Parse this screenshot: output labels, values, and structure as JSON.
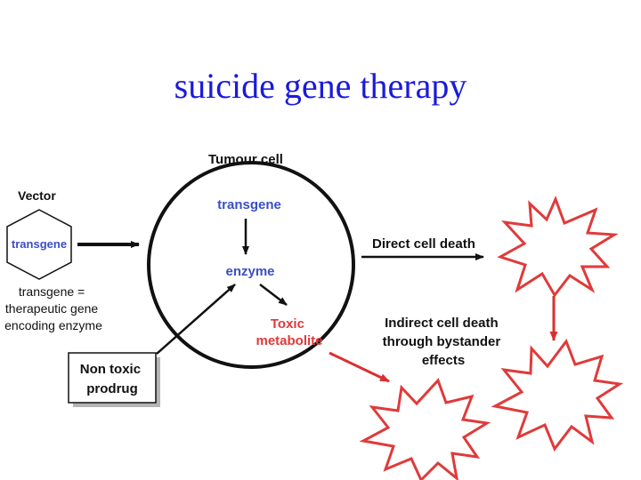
{
  "slide": {
    "title": "suicide gene therapy"
  },
  "diagram": {
    "tumour_cell": "Tumour cell",
    "vector": "Vector",
    "vector_transgene": "transgene",
    "transgene_note": [
      "transgene =",
      "therapeutic gene",
      "encoding enzyme"
    ],
    "cell_transgene": "transgene",
    "enzyme": "enzyme",
    "toxic_metabolite": [
      "Toxic",
      "metabolite"
    ],
    "prodrug": [
      "Non toxic",
      "prodrug"
    ],
    "direct_death": "Direct cell death",
    "indirect_death": [
      "Indirect cell death",
      "through bystander",
      "effects"
    ]
  },
  "colors": {
    "title": "#1a1adb",
    "blue_label": "#3a4fc6",
    "red_label": "#e03a3a",
    "red_arrow": "#d9302f",
    "ink": "#111111",
    "box_shadow": "#b5b5b5"
  }
}
